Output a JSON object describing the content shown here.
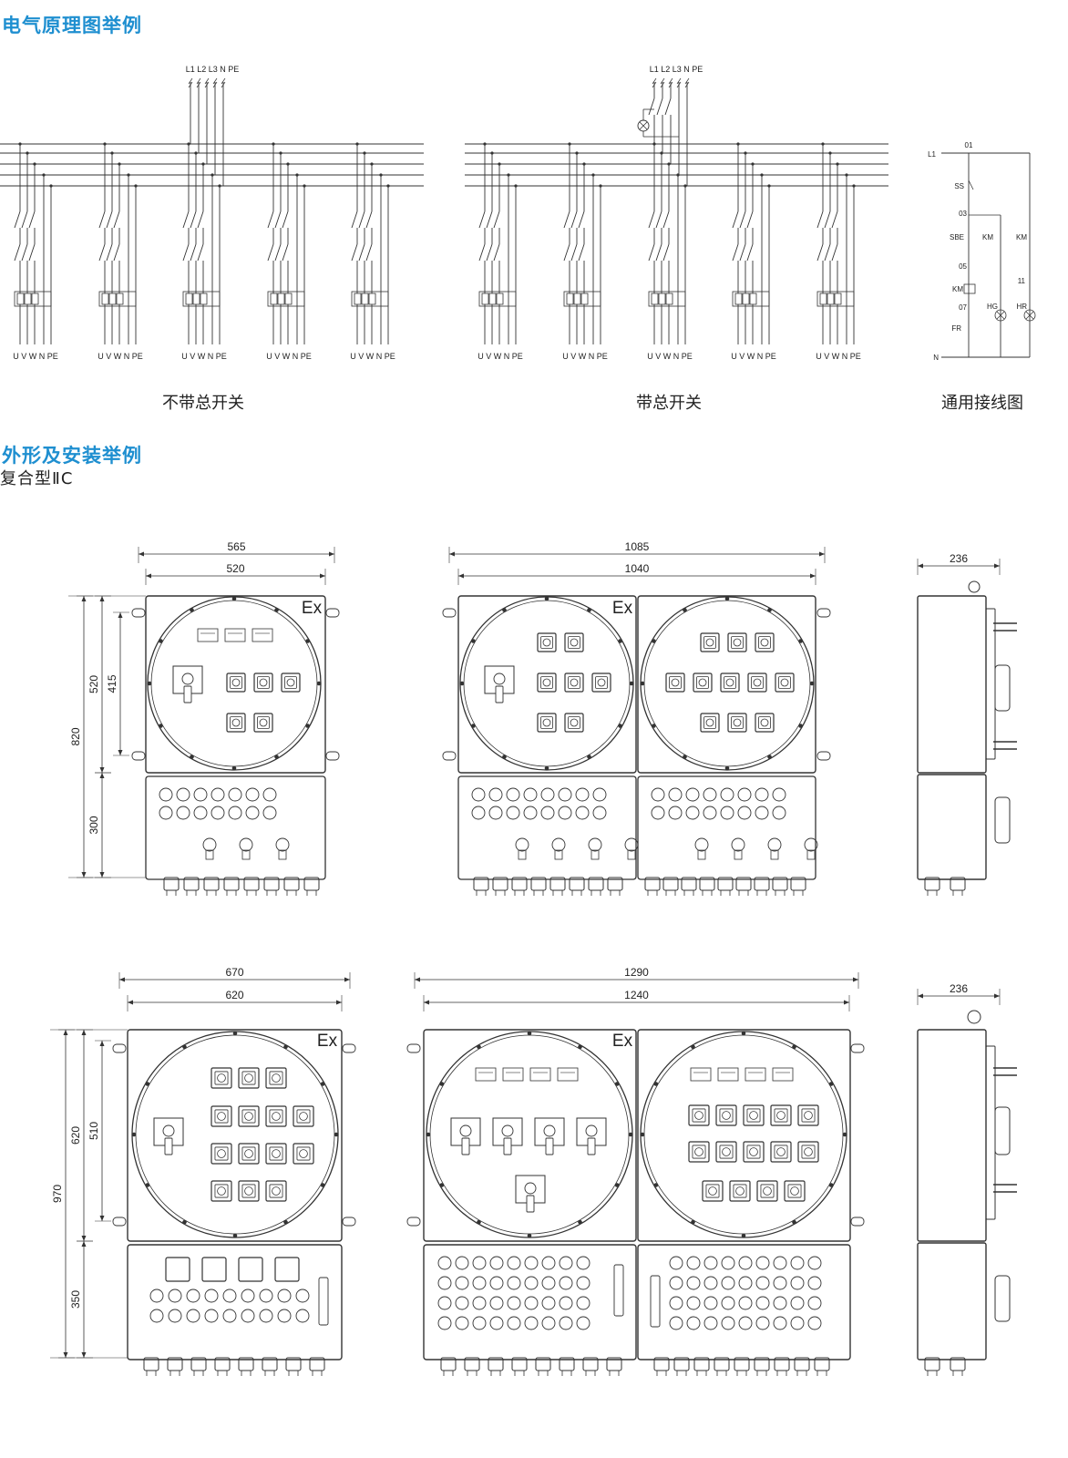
{
  "section1": {
    "title": "电气原理图举例"
  },
  "section2": {
    "title": "外形及安装举例",
    "subtitle": "复合型ⅡC"
  },
  "schematic": {
    "input_labels": "L1 L2 L3 N PE",
    "output_labels": "U V W N PE",
    "captions": {
      "no_main_switch": "不带总开关",
      "with_main_switch": "带总开关",
      "general_wiring": "通用接线图"
    }
  },
  "wiring": {
    "labels": [
      "L1",
      "01",
      "SS",
      "03",
      "SBE",
      "KM",
      "KM",
      "05",
      "11",
      "KM",
      "07",
      "HG",
      "HR",
      "FR",
      "N"
    ]
  },
  "marking": "Ex",
  "dims": {
    "d1": {
      "w_outer": "565",
      "w_inner": "520",
      "h_total": "820",
      "h_top": "520",
      "h_mount": "415",
      "h_bottom": "300"
    },
    "d2": {
      "w_outer": "1085",
      "w_inner": "1040"
    },
    "d3": {
      "depth": "236"
    },
    "d4": {
      "w_outer": "670",
      "w_inner": "620",
      "h_total": "970",
      "h_top": "620",
      "h_mount": "510",
      "h_bottom": "350"
    },
    "d5": {
      "w_outer": "1290",
      "w_inner": "1240"
    },
    "d6": {
      "depth": "236"
    }
  },
  "colors": {
    "heading": "#1f8fd0",
    "line": "#333333"
  }
}
